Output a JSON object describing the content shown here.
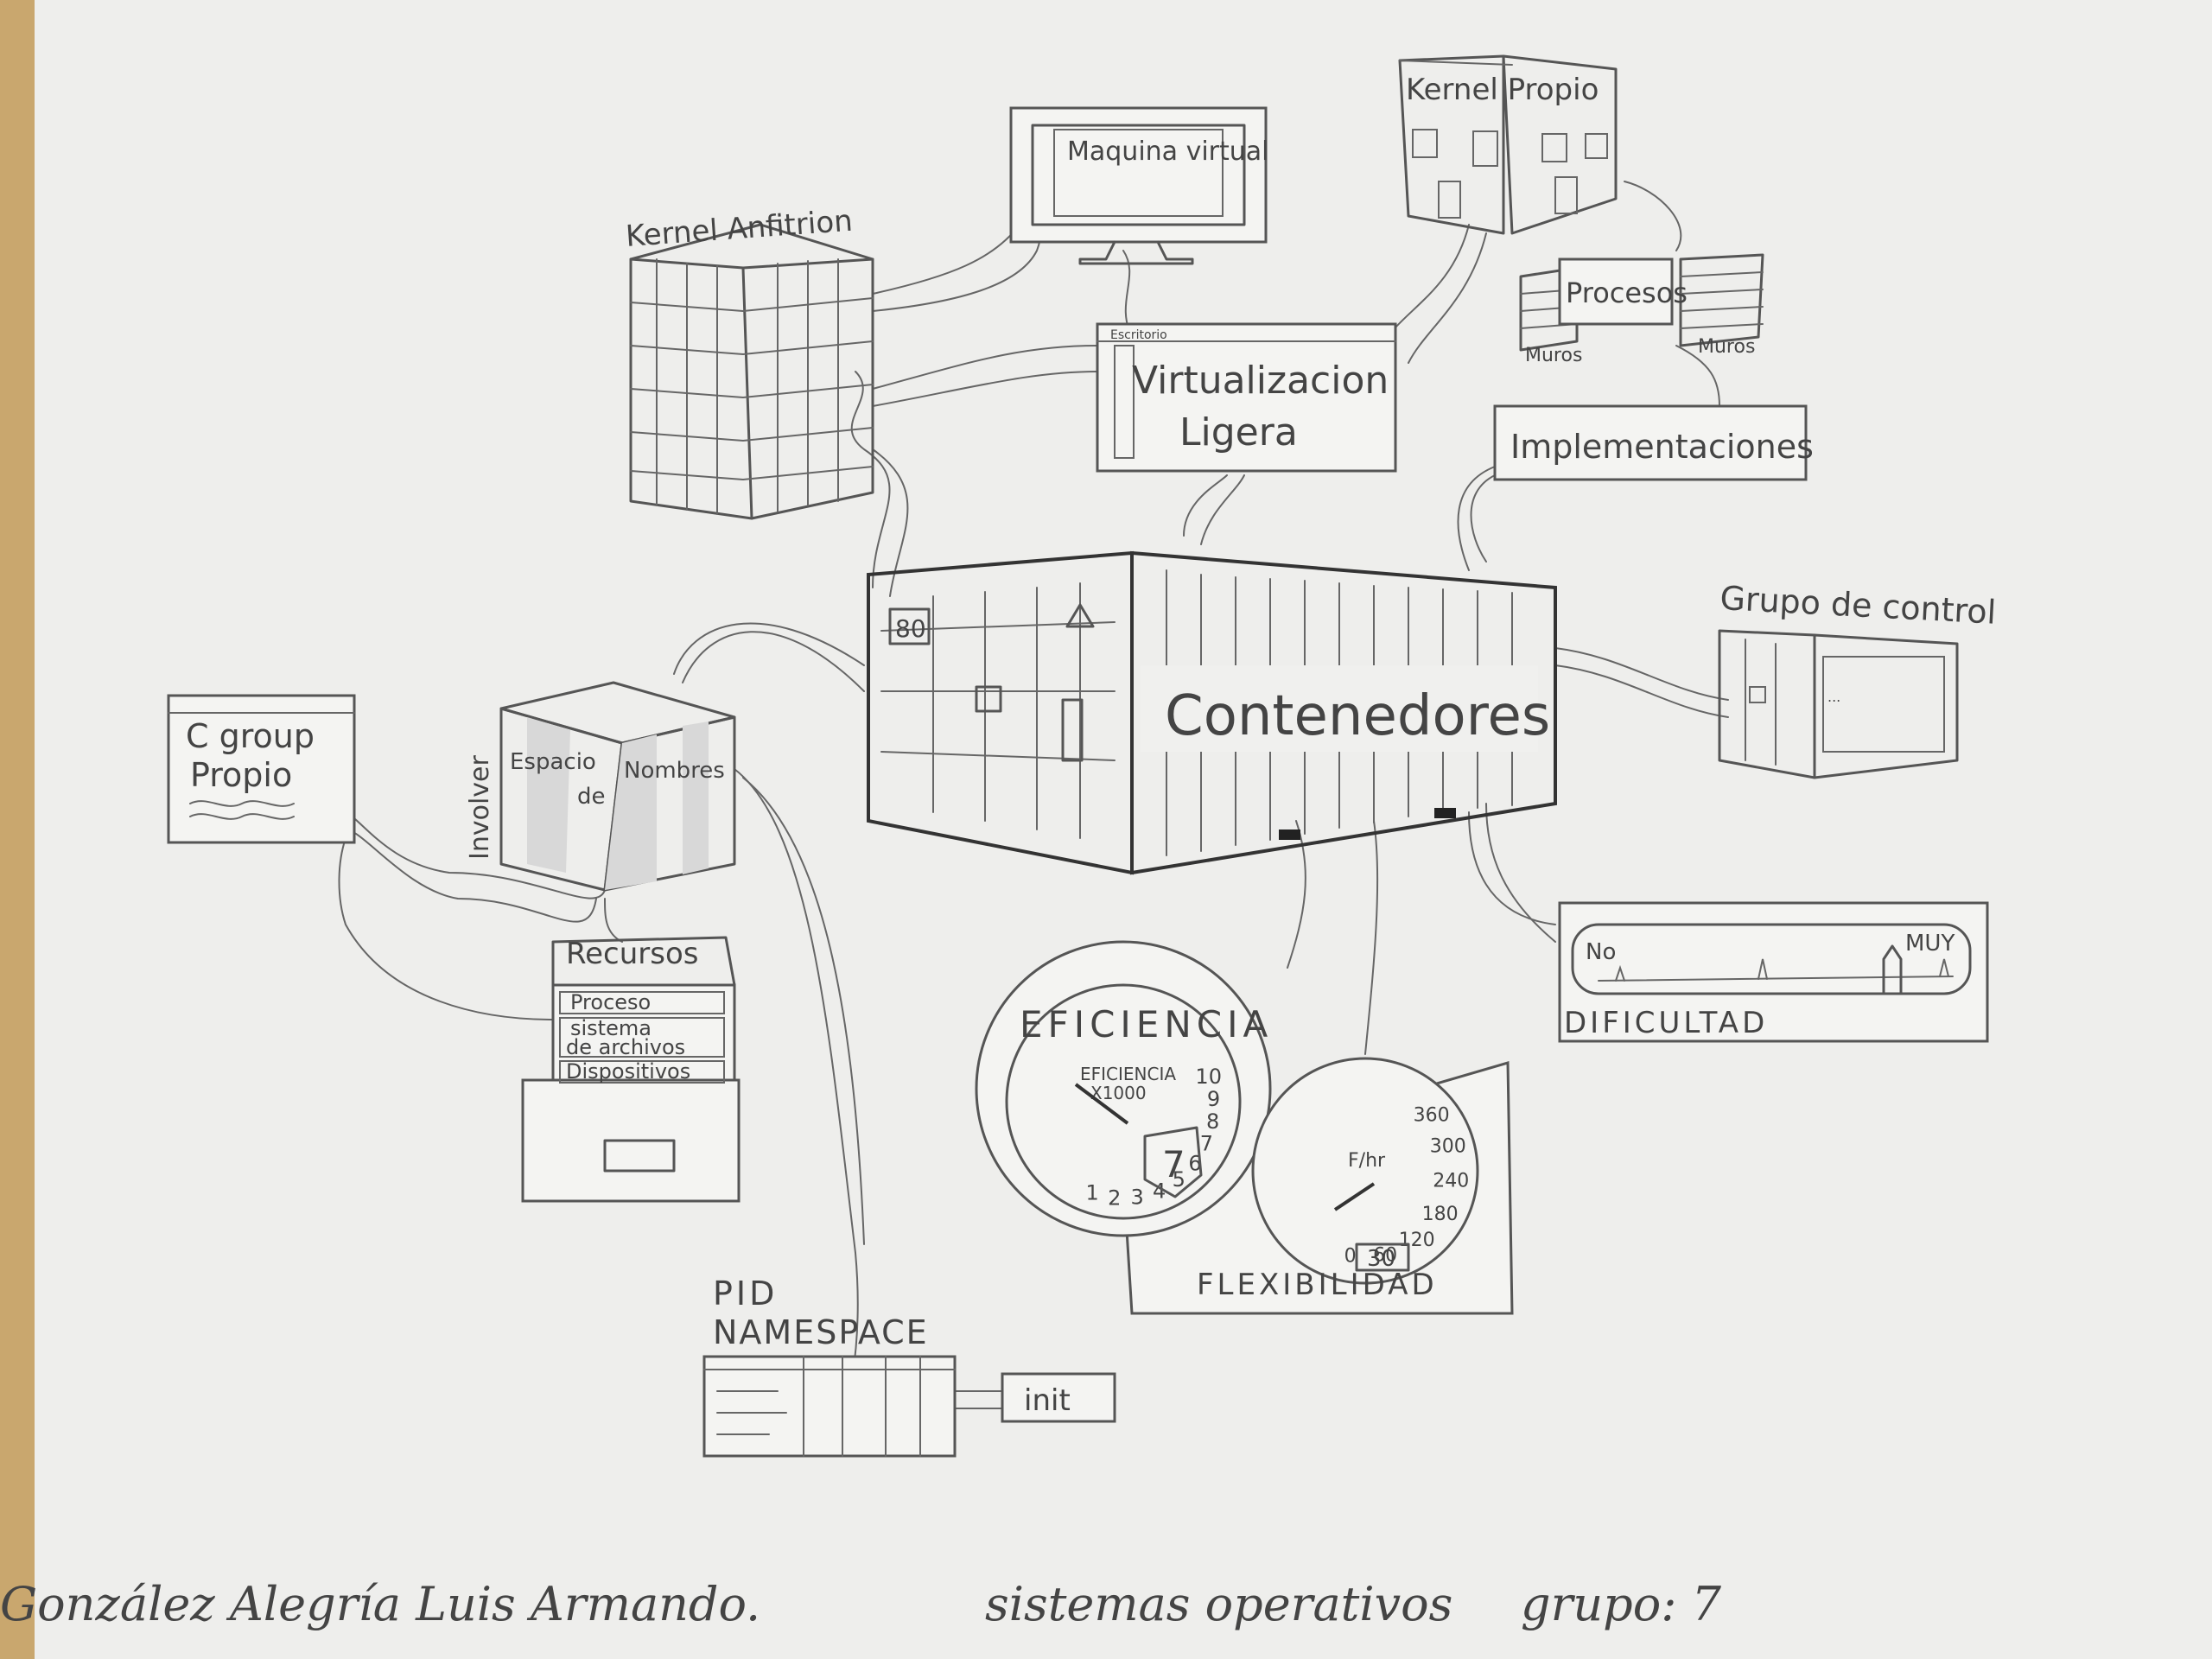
{
  "diagram": {
    "central_node": "Contenedores",
    "container_number": "80",
    "nodes": {
      "kernel_anfitrion": "Kernel Anfitrion",
      "maquina_virtual": "Maquina virtual",
      "kernel_propio": "Kernel Propio",
      "procesos": "Procesos",
      "muros_left": "Muros",
      "muros_right": "Muros",
      "virtualizacion_ligera_line1": "Virtualizacion",
      "virtualizacion_ligera_line2": "Ligera",
      "window_title": "Escritorio",
      "implementaciones": "Implementaciones",
      "grupo_de_control": "Grupo de control",
      "cgroup_line1": "C group",
      "cgroup_line2": "Propio",
      "involver": "Involver",
      "espacio": "Espacio",
      "de": "de",
      "nombres": "Nombres",
      "recursos": "Recursos",
      "recurso_items": [
        "Proceso",
        "sistema",
        "de archivos",
        "Dispositivos"
      ],
      "pid_namespace_line1": "PID",
      "pid_namespace_line2": "NAMESPACE",
      "init": "init",
      "dificultad": "DIFICULTAD",
      "dificultad_min": "No",
      "dificultad_max": "MUY",
      "eficiencia": "EFICIENCIA",
      "eficiencia_inner_line1": "EFICIENCIA",
      "eficiencia_inner_line2": "X1000",
      "eficiencia_readout": "7",
      "eficiencia_ticks": [
        "1",
        "2",
        "3",
        "4",
        "5",
        "6",
        "7",
        "8",
        "9",
        "10"
      ],
      "flexibilidad": "FLEXIBILIDAD",
      "flexibilidad_unit": "F/hr",
      "flexibilidad_ticks": [
        "0",
        "60",
        "120",
        "180",
        "240",
        "300",
        "360"
      ],
      "flexibilidad_readout": "30"
    }
  },
  "footer": {
    "author": "González Alegría Luis Armando.",
    "course": "sistemas operativos",
    "group": "grupo: 7"
  }
}
